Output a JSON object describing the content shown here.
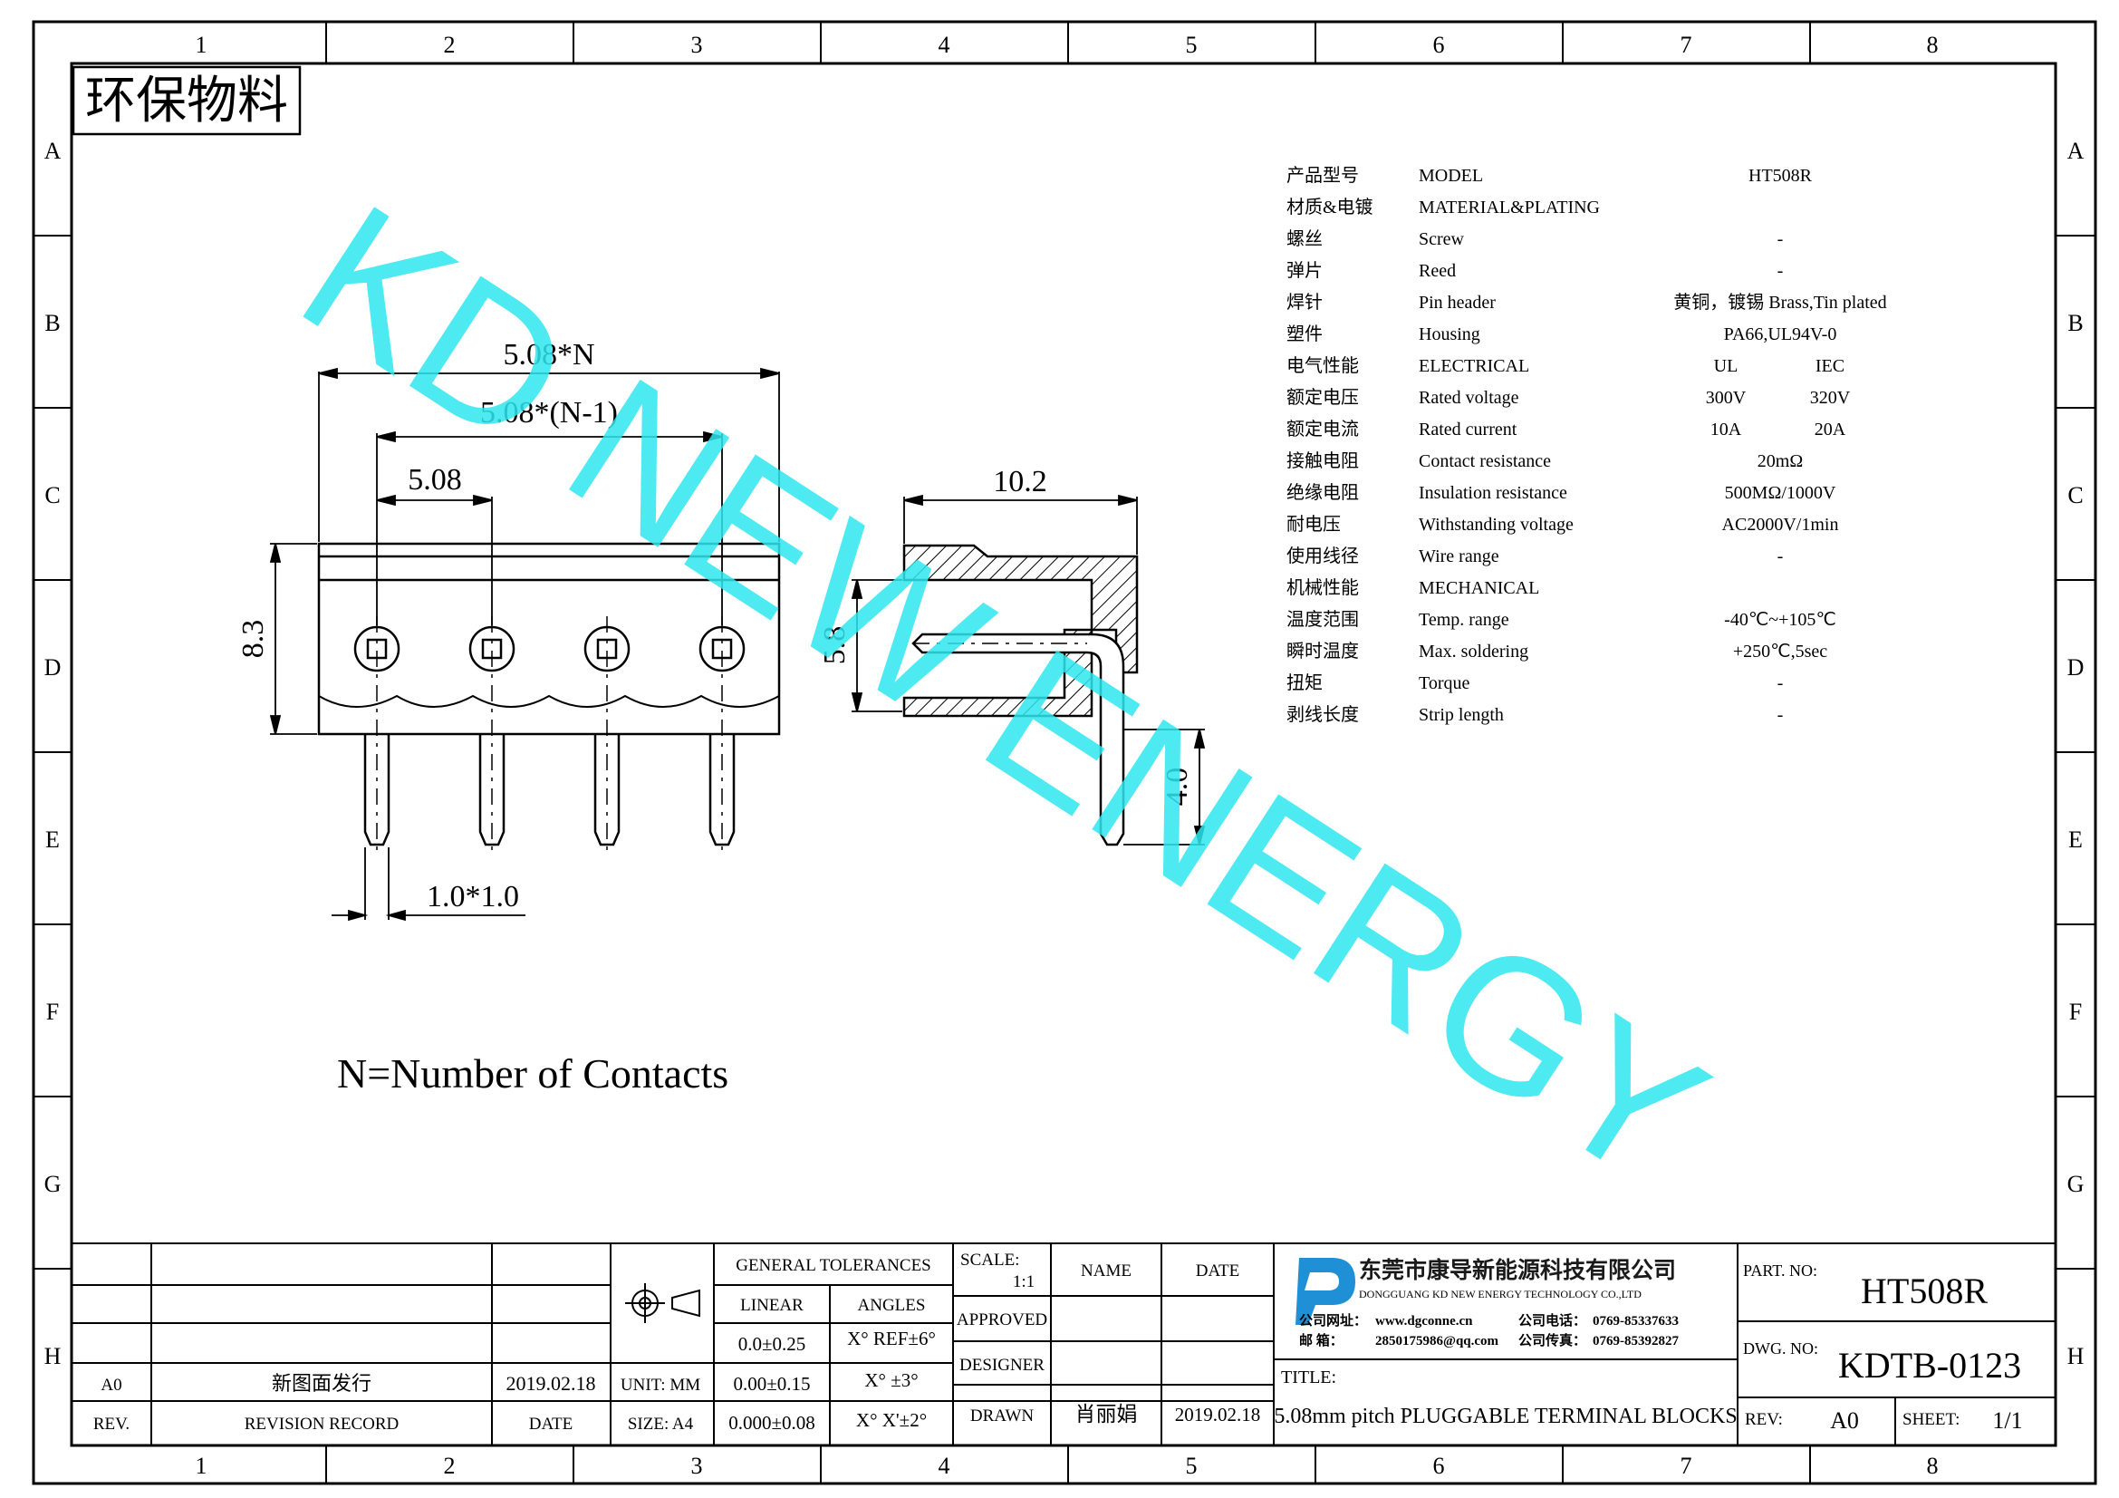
{
  "zone_columns": [
    "1",
    "2",
    "3",
    "4",
    "5",
    "6",
    "7",
    "8"
  ],
  "zone_rows": [
    "A",
    "B",
    "C",
    "D",
    "E",
    "F",
    "G",
    "H"
  ],
  "stamp": "环保物料",
  "watermark": "KD NEW ENERGY",
  "dimensions": {
    "total_width": "5.08*N",
    "inner_width": "5.08*(N-1)",
    "pitch": "5.08",
    "height": "8.3",
    "pin_size": "1.0*1.0",
    "depth": "10.2",
    "pin_offset": "5.8",
    "pin_length": "4.0"
  },
  "note": "N=Number of Contacts",
  "specs": [
    {
      "cn": "产品型号",
      "en": "MODEL",
      "value": "HT508R"
    },
    {
      "cn": "材质&电镀",
      "en": "MATERIAL&PLATING",
      "value": ""
    },
    {
      "cn": "螺丝",
      "en": "Screw",
      "value": "-"
    },
    {
      "cn": "弹片",
      "en": "Reed",
      "value": "-"
    },
    {
      "cn": "焊针",
      "en": "Pin header",
      "value": "黄铜，镀锡 Brass,Tin plated"
    },
    {
      "cn": "塑件",
      "en": "Housing",
      "value": "PA66,UL94V-0"
    },
    {
      "cn": "电气性能",
      "en": "ELECTRICAL",
      "value": "",
      "ul": "UL",
      "iec": "IEC"
    },
    {
      "cn": "额定电压",
      "en": "Rated voltage",
      "value": "",
      "ul": "300V",
      "iec": "320V"
    },
    {
      "cn": "额定电流",
      "en": "Rated current",
      "value": "",
      "ul": "10A",
      "iec": "20A"
    },
    {
      "cn": "接触电阻",
      "en": "Contact resistance",
      "value": "20mΩ"
    },
    {
      "cn": "绝缘电阻",
      "en": "Insulation resistance",
      "value": "500MΩ/1000V"
    },
    {
      "cn": "耐电压",
      "en": "Withstanding voltage",
      "value": "AC2000V/1min"
    },
    {
      "cn": "使用线径",
      "en": "Wire range",
      "value": "-"
    },
    {
      "cn": "机械性能",
      "en": "MECHANICAL",
      "value": ""
    },
    {
      "cn": "温度范围",
      "en": "Temp. range",
      "value": "-40℃~+105℃"
    },
    {
      "cn": "瞬时温度",
      "en": "Max. soldering",
      "value": "+250℃,5sec"
    },
    {
      "cn": "扭矩",
      "en": "Torque",
      "value": "-"
    },
    {
      "cn": "剥线长度",
      "en": "Strip length",
      "value": "-"
    }
  ],
  "title_block": {
    "rev_rows": [
      {
        "rev": "A0",
        "record": "新图面发行",
        "date": "2019.02.18"
      }
    ],
    "rev_header": {
      "rev": "REV.",
      "record": "REVISION RECORD",
      "date": "DATE"
    },
    "unit": "UNIT: MM",
    "size": "SIZE: A4",
    "general_tolerances": "GENERAL TOLERANCES",
    "linear": "LINEAR",
    "angles": "ANGLES",
    "tolerances": [
      {
        "linear": "0.0±0.25",
        "angle": "X° REF±6°"
      },
      {
        "linear": "0.00±0.15",
        "angle": "X° ±3°"
      },
      {
        "linear": "0.000±0.08",
        "angle": "X° X'±2°"
      }
    ],
    "scale_label": "SCALE:",
    "scale": "1:1",
    "name_label": "NAME",
    "date_label": "DATE",
    "approved": "APPROVED",
    "designer": "DESIGNER",
    "drawn": "DRAWN",
    "drawn_name": "肖丽娟",
    "drawn_date": "2019.02.18",
    "company_cn": "东莞市康导新能源科技有限公司",
    "company_en": "DONGGUANG KD NEW ENERGY TECHNOLOGY CO.,LTD",
    "website_label": "公司网址：",
    "website": "www.dgconne.cn",
    "phone_label": "公司电话：",
    "phone": "0769-85337633",
    "email_label": "邮    箱：",
    "email": "2850175986@qq.com",
    "fax_label": "公司传真：",
    "fax": "0769-85392827",
    "title_label": "TITLE:",
    "title": "5.08mm pitch PLUGGABLE TERMINAL BLOCKS",
    "part_no_label": "PART. NO:",
    "part_no": "HT508R",
    "dwg_no_label": "DWG. NO:",
    "dwg_no": "KDTB-0123",
    "rev_label": "REV:",
    "rev": "A0",
    "sheet_label": "SHEET:",
    "sheet": "1/1"
  },
  "colors": {
    "line": "#000000",
    "watermark": "#2ee6ee",
    "logo": "#1f8fd6"
  }
}
